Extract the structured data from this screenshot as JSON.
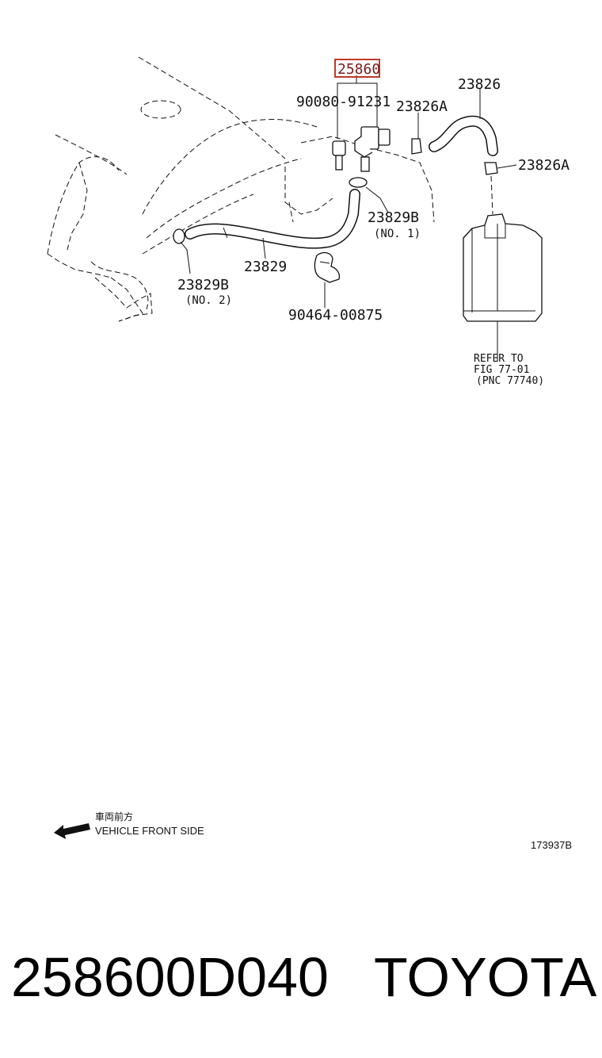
{
  "labels": {
    "main_part": "25860",
    "bolt": "90080-91231",
    "clamp_a1": "23826A",
    "hose_upper": "23826",
    "clamp_a2": "23826A",
    "clamp_b1": "23829B",
    "clamp_b1_note": "(NO. 1)",
    "hose_main": "23829",
    "clamp_b2": "23829B",
    "clamp_b2_note": "(NO. 2)",
    "clip": "90464-00875"
  },
  "refer": {
    "line1": "REFER TO",
    "line2": "FIG 77-01",
    "line3": "(PNC 77740)"
  },
  "front": {
    "jp": "車両前方",
    "en": "VEHICLE FRONT SIDE"
  },
  "figure_id": "173937B",
  "footer": {
    "part_number": "258600D040",
    "brand": "TOYOTA"
  },
  "colors": {
    "highlight_box": "#c0392b",
    "line": "#111111"
  }
}
